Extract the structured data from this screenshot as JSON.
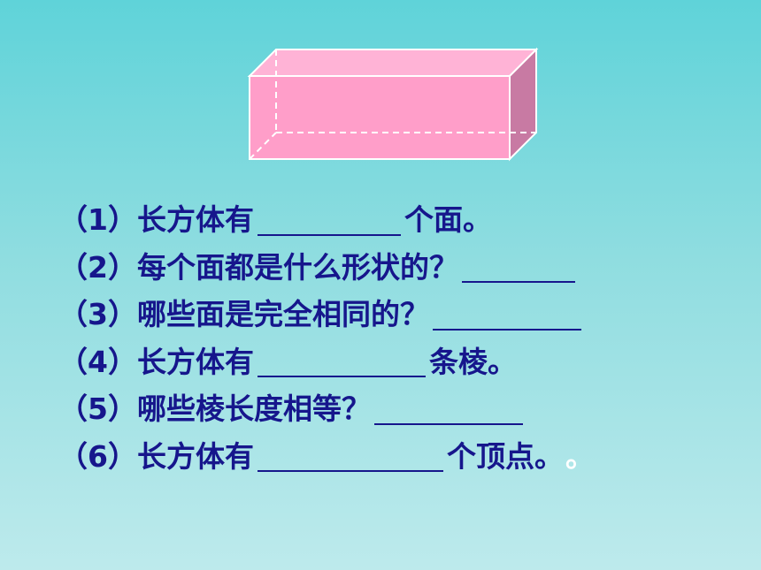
{
  "questions": [
    {
      "num": "（1）",
      "before": "长方体有",
      "after": "个面。"
    },
    {
      "num": "（2）",
      "before": "每个面都是什么形状的？",
      "after": ""
    },
    {
      "num": "（3）",
      "before": "哪些面是完全相同的？",
      "after": ""
    },
    {
      "num": "（4）",
      "before": "长方体有",
      "after": "条棱。"
    },
    {
      "num": "（5）",
      "before": "哪些棱长度相等？",
      "after": ""
    },
    {
      "num": "（6）",
      "before": "长方体有",
      "after": "个顶点。",
      "trailing": "。"
    }
  ],
  "colors": {
    "text": "#16168c",
    "cuboid_front": "#ff9ec9",
    "cuboid_top": "#ffb3d6",
    "cuboid_side": "#c87aa3",
    "background_top": "#5fd3d9",
    "background_bottom": "#bdeaec"
  }
}
